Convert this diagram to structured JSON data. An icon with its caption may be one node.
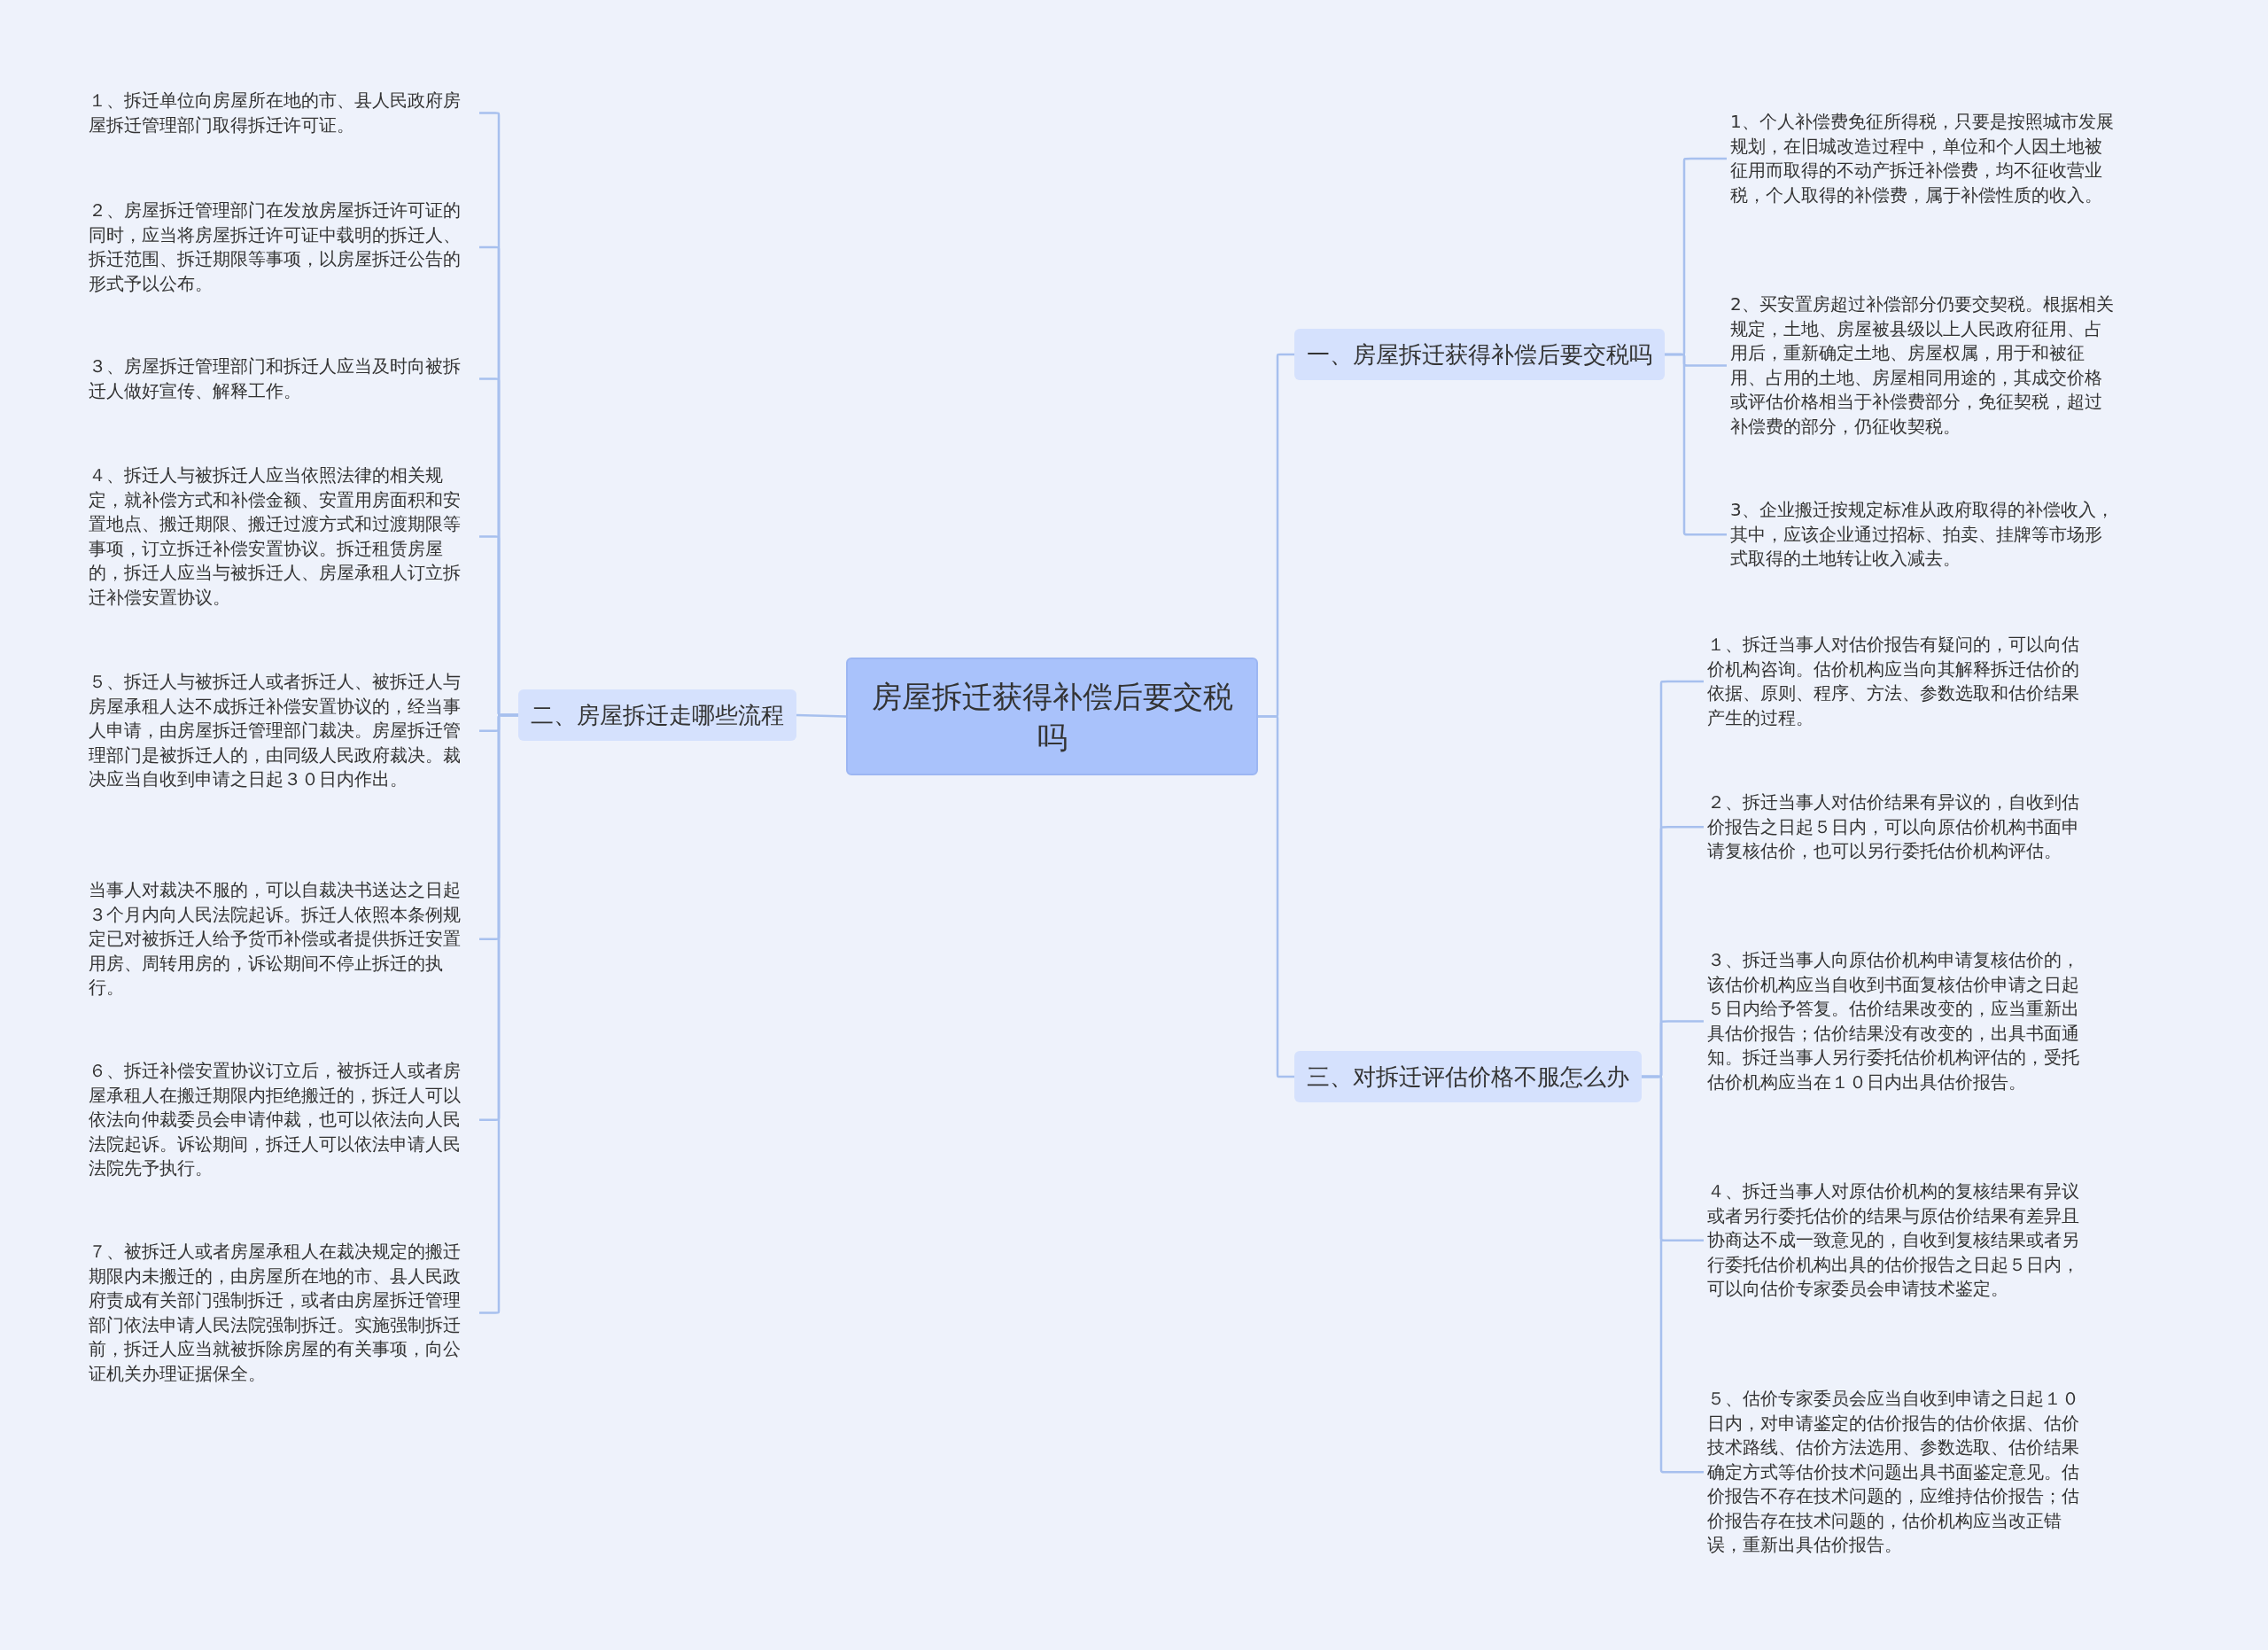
{
  "diagram": {
    "nodes": [
      {
        "text": [
          "房屋拆迁获得补偿后要交税吗"
        ]
      },
      {
        "text": [
          "二、房屋拆迁走哪些流程"
        ]
      },
      {
        "text": [
          "１、拆迁单位向房屋所在地的市、县人民政府房屋拆迁管理部门取得拆迁许可证。"
        ]
      },
      {
        "text": [
          "２、房屋拆迁管理部门在发放房屋拆迁许可证的同时，应当将房屋拆迁许可证中载明的拆迁人、拆迁范围、拆迁期限等事项，以房屋拆迁公告的形式予以公布。"
        ]
      },
      {
        "text": [
          "３、房屋拆迁管理部门和拆迁人应当及时向被拆迁人做好宣传、解释工作。"
        ]
      },
      {
        "text": [
          "４、拆迁人与被拆迁人应当依照法律的相关规定，就补偿方式和补偿金额、安置用房面积和安置地点、搬迁期限、搬迁过渡方式和过渡期限等事项，订立拆迁补偿安置协议。拆迁租赁房屋的，拆迁人应当与被拆迁人、房屋承租人订立拆迁补偿安置协议。"
        ]
      },
      {
        "text": [
          "５、拆迁人与被拆迁人或者拆迁人、被拆迁人与房屋承租人达不成拆迁补偿安置协议的，经当事人申请，由房屋拆迁管理部门裁决。房屋拆迁管理部门是被拆迁人的，由同级人民政府裁决。裁决应当自收到申请之日起３０日内作出。"
        ]
      },
      {
        "text": [
          "当事人对裁决不服的，可以自裁决书送达之日起３个月内向人民法院起诉。拆迁人依照本条例规定已对被拆迁人给予货币补偿或者提供拆迁安置用房、周转用房的，诉讼期间不停止拆迁的执行。"
        ]
      },
      {
        "text": [
          "６、拆迁补偿安置协议订立后，被拆迁人或者房屋承租人在搬迁期限内拒绝搬迁的，拆迁人可以依法向仲裁委员会申请仲裁，也可以依法向人民法院起诉。诉讼期间，拆迁人可以依法申请人民法院先予执行。"
        ]
      },
      {
        "text": [
          "７、被拆迁人或者房屋承租人在裁决规定的搬迁期限内未搬迁的，由房屋所在地的市、县人民政府责成有关部门强制拆迁，或者由房屋拆迁管理部门依法申请人民法院强制拆迁。实施强制拆迁前，拆迁人应当就被拆除房屋的有关事项，向公证机关办理证据保全。"
        ]
      },
      {
        "text": [
          "一、房屋拆迁获得补偿后要交税吗"
        ]
      },
      {
        "text": [
          "1、个人补偿费免征所得税，只要是按照城市发展规划，在旧城改造过程中，单位和个人因土地被征用而取得的不动产拆迁补偿费，均不征收营业税，个人取得的补偿费，属于补偿性质的收入。"
        ]
      },
      {
        "text": [
          "2、买安置房超过补偿部分仍要交契税。根据相关规定，土地、房屋被县级以上人民政府征用、占用后，重新确定土地、房屋权属，用于和被征用、占用的土地、房屋相同用途的，其成交价格或评估价格相当于补偿费部分，免征契税，超过补偿费的部分，仍征收契税。"
        ]
      },
      {
        "text": [
          "3、企业搬迁按规定标准从政府取得的补偿收入，其中，应该企业通过招标、拍卖、挂牌等市场形式取得的土地转让收入减去。"
        ]
      },
      {
        "text": [
          "三、对拆迁评估价格不服怎么办"
        ]
      },
      {
        "text": [
          "１、拆迁当事人对估价报告有疑问的，可以向估价机构咨询。估价机构应当向其解释拆迁估价的依据、原则、程序、方法、参数选取和估价结果产生的过程。"
        ]
      },
      {
        "text": [
          "２、拆迁当事人对估价结果有异议的，自收到估价报告之日起５日内，可以向原估价机构书面申请复核估价，也可以另行委托估价机构评估。"
        ]
      },
      {
        "text": [
          "３、拆迁当事人向原估价机构申请复核估价的，该估价机构应当自收到书面复核估价申请之日起５日内给予答复。估价结果改变的，应当重新出具估价报告；估价结果没有改变的，出具书面通知。拆迁当事人另行委托估价机构评估的，受托估价机构应当在１０日内出具估价报告。"
        ]
      },
      {
        "text": [
          "４、拆迁当事人对原估价机构的复核结果有异议或者另行委托估价的结果与原估价结果有差异且协商达不成一致意见的，自收到复核结果或者另行委托估价机构出具的估价报告之日起５日内，可以向估价专家委员会申请技术鉴定。"
        ]
      },
      {
        "text": [
          "５、估价专家委员会应当自收到申请之日起１０日内，对申请鉴定的估价报告的估价依据、估价技术路线、估价方法选用、参数选取、估价结果确定方式等估价技术问题出具书面鉴定意见。估价报告不存在技术问题的，应维持估价报告；估价报告存在技术问题的，估价机构应当改正错误，重新出具估价报告。"
        ]
      }
    ],
    "edges": [
      {
        "from": 0,
        "to": 1,
        "arrow": "none"
      },
      {
        "from": 1,
        "to": 2,
        "arrow": "none"
      },
      {
        "from": 1,
        "to": 3,
        "arrow": "none"
      },
      {
        "from": 1,
        "to": 4,
        "arrow": "none"
      },
      {
        "from": 1,
        "to": 5,
        "arrow": "none"
      },
      {
        "from": 1,
        "to": 6,
        "arrow": "none"
      },
      {
        "from": 1,
        "to": 7,
        "arrow": "none"
      },
      {
        "from": 1,
        "to": 8,
        "arrow": "none"
      },
      {
        "from": 1,
        "to": 9,
        "arrow": "none"
      },
      {
        "from": 0,
        "to": 10,
        "arrow": "none"
      },
      {
        "from": 10,
        "to": 11,
        "arrow": "none"
      },
      {
        "from": 10,
        "to": 12,
        "arrow": "none"
      },
      {
        "from": 10,
        "to": 13,
        "arrow": "none"
      },
      {
        "from": 0,
        "to": 14,
        "arrow": "none"
      },
      {
        "from": 14,
        "to": 15,
        "arrow": "none"
      },
      {
        "from": 14,
        "to": 16,
        "arrow": "none"
      },
      {
        "from": 14,
        "to": 17,
        "arrow": "none"
      },
      {
        "from": 14,
        "to": 18,
        "arrow": "none"
      },
      {
        "from": 14,
        "to": 19,
        "arrow": "none"
      }
    ]
  }
}
